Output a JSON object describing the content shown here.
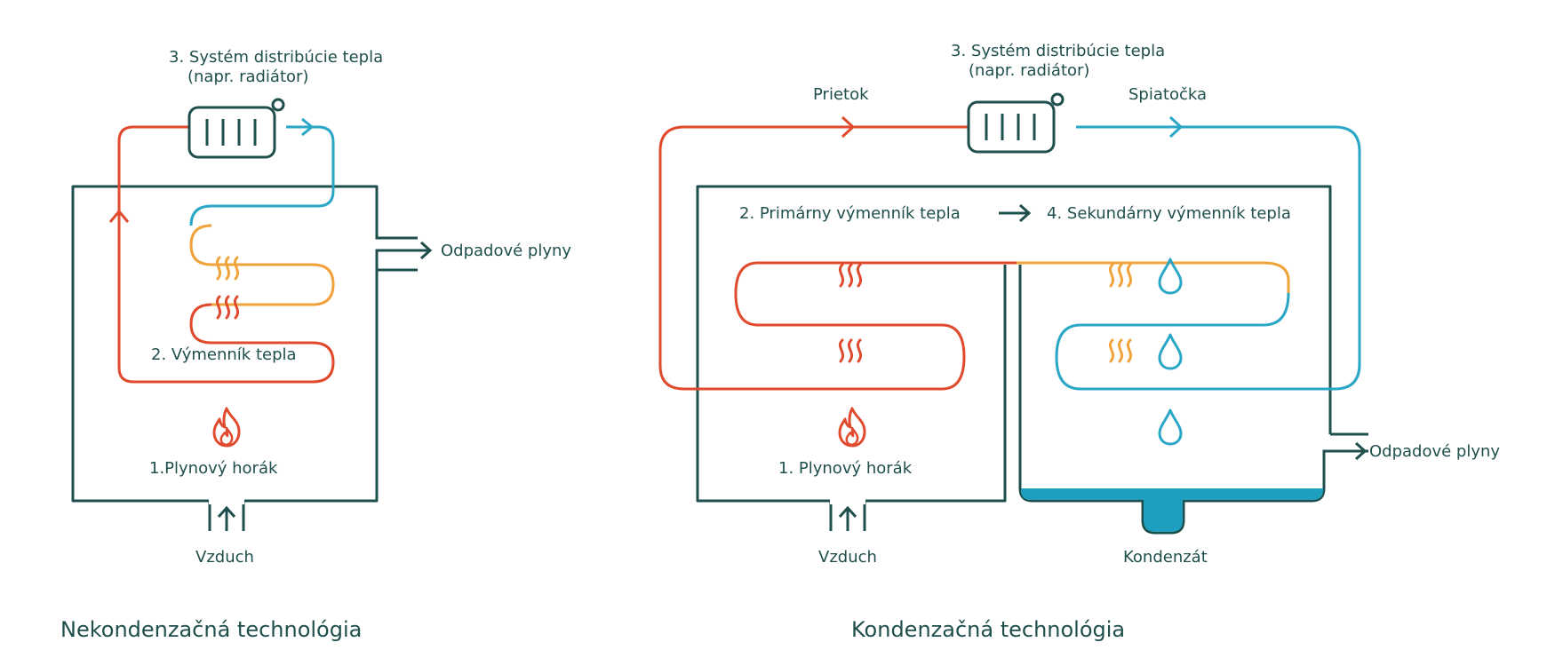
{
  "colors": {
    "outline": "#1f4f4c",
    "hot": "#e04a2d",
    "warm": "#f0a33a",
    "cold": "#2aa6c6",
    "condensate": "#1e9fc0",
    "text": "#1f4f4c"
  },
  "left_diagram": {
    "title": "Nekondenzačná technológia",
    "distribution_line1": "3. Systém distribúcie tepla",
    "distribution_line2": "(napr. radiátor)",
    "exchanger_label": "2. Výmenník tepla",
    "burner_label": "1.Plynový horák",
    "exhaust_label": "Odpadové plyny",
    "air_label": "Vzduch"
  },
  "right_diagram": {
    "title": "Kondenzačná technológia",
    "distribution_line1": "3. Systém distribúcie tepla",
    "distribution_line2": "(napr. radiátor)",
    "flow_label": "Prietok",
    "return_label": "Spiatočka",
    "primary_label": "2. Primárny výmenník tepla",
    "secondary_label": "4. Sekundárny výmenník tepla",
    "burner_label": "1. Plynový horák",
    "exhaust_label": "Odpadové plyny",
    "air_label": "Vzduch",
    "condensate_label": "Kondenzát"
  },
  "icons": [
    "radiator-icon",
    "heat-waves-icon",
    "flame-icon",
    "water-drop-icon",
    "arrow-icon"
  ]
}
